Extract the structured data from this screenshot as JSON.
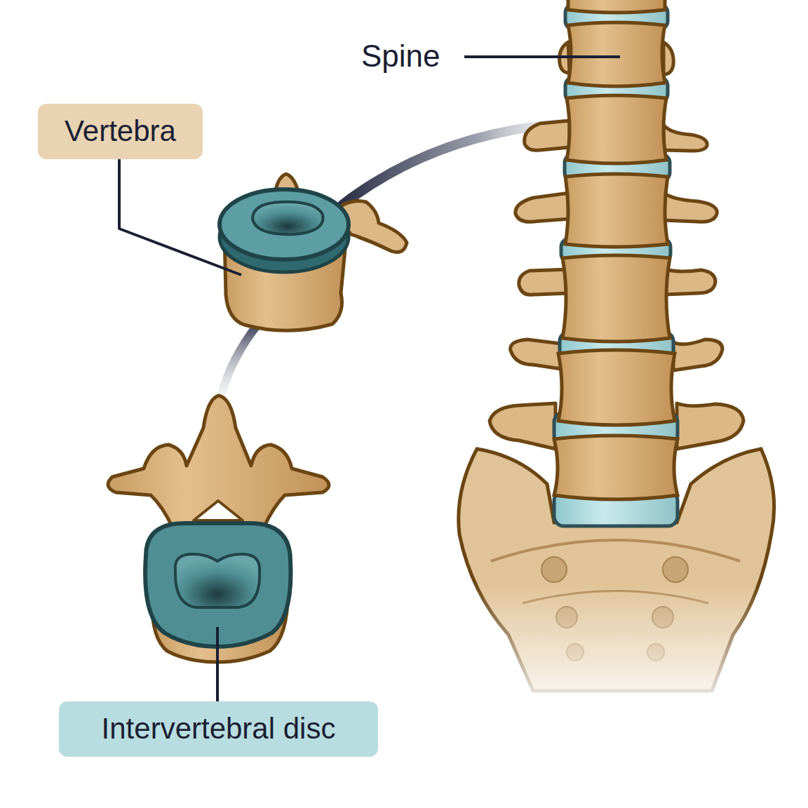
{
  "diagram": {
    "nodes": [
      {
        "text": [
          "Vertebra"
        ]
      },
      {
        "text": [
          "Intervertebral disc"
        ]
      }
    ],
    "labels": [
      "Spine"
    ]
  }
}
